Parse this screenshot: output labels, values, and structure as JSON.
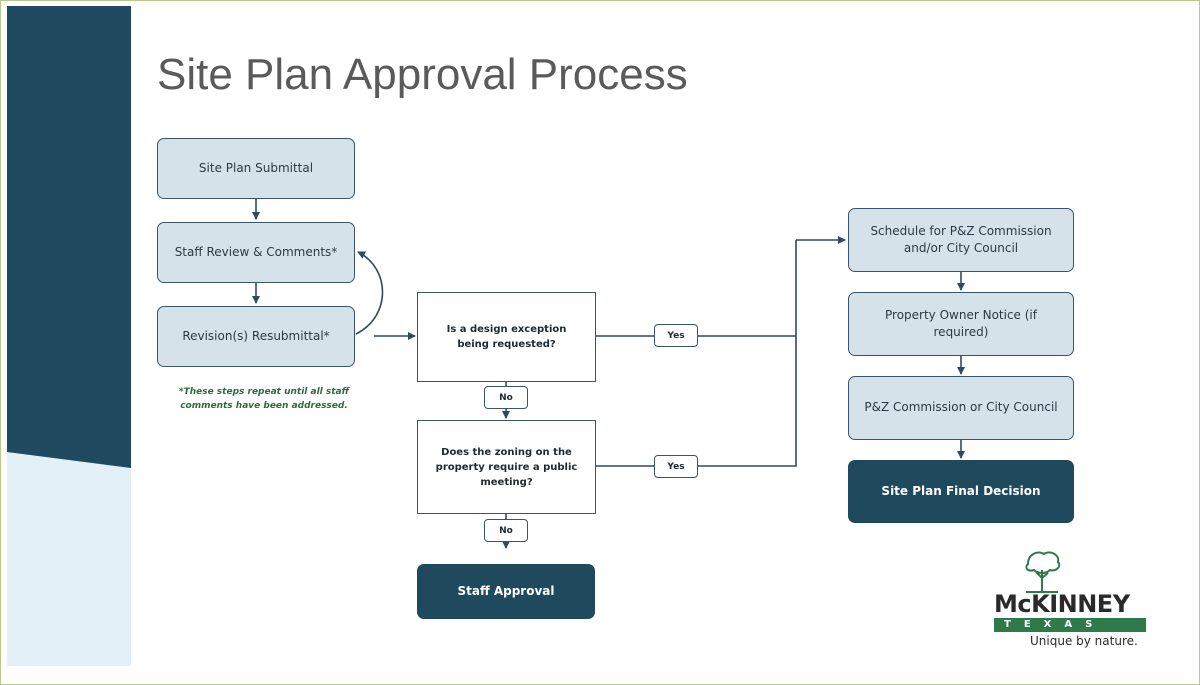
{
  "slide": {
    "title": "Site Plan Approval Process",
    "colors": {
      "dark_navy": "#1f4a60",
      "light_blue": "#d6e2ea",
      "note_green": "#2e6b3e",
      "brand_green": "#2f7a4a"
    }
  },
  "flow": {
    "site_plan_submittal": "Site Plan Submittal",
    "staff_review": "Staff Review & Comments*",
    "revision_resubmittal": "Revision(s) Resubmittal*",
    "repeat_note": "*These steps repeat until all staff comments have been addressed.",
    "q_design_exception": "Is a design exception being requested?",
    "q_zoning_public_meeting": "Does the zoning on the property require a public meeting?",
    "yes_label": "Yes",
    "no_label": "No",
    "staff_approval": "Staff Approval",
    "schedule_pz": "Schedule for P&Z Commission and/or City Council",
    "property_owner_notice": "Property Owner Notice (if required)",
    "pz_commission": "P&Z Commission or City Council",
    "final_decision": "Site Plan Final Decision"
  },
  "logo": {
    "name": "McKINNEY",
    "state": "TEXAS",
    "tagline": "Unique by nature."
  }
}
